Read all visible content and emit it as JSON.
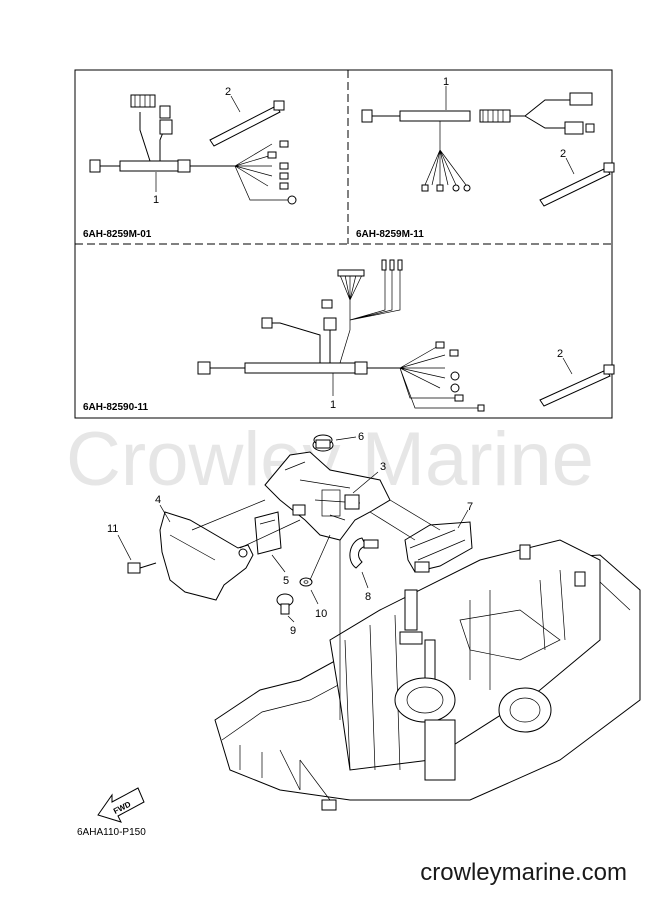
{
  "kits": [
    {
      "code": "6AH-8259M-01",
      "harness_ref": "1",
      "tie_ref": "2"
    },
    {
      "code": "6AH-8259M-11",
      "harness_ref": "1",
      "tie_ref": "2"
    },
    {
      "code": "6AH-82590-11",
      "harness_ref": "1",
      "tie_ref": "2"
    }
  ],
  "callouts": [
    "3",
    "4",
    "5",
    "6",
    "7",
    "8",
    "9",
    "10",
    "11"
  ],
  "fwd_label": "FWD",
  "figure_code": "6AHA110-P150",
  "watermark": "Crowley Marine",
  "footer_site": "crowleymarine.com"
}
